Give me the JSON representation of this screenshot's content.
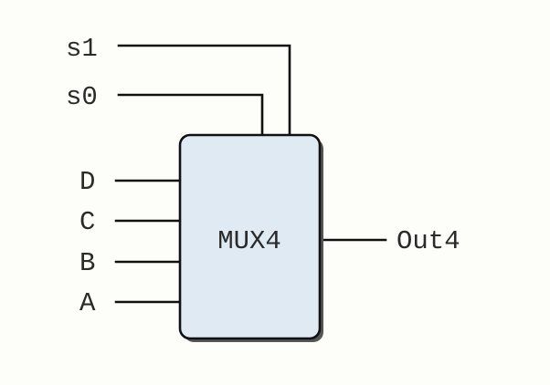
{
  "diagram": {
    "block": {
      "label": "MUX4",
      "fill_color": "#dfeaf3",
      "border_color": "#111111"
    },
    "select_inputs": [
      {
        "label": "s1"
      },
      {
        "label": "s0"
      }
    ],
    "data_inputs": [
      {
        "label": "D"
      },
      {
        "label": "C"
      },
      {
        "label": "B"
      },
      {
        "label": "A"
      }
    ],
    "output": {
      "label": "Out4"
    },
    "colors": {
      "background": "#fdfdf9",
      "wire": "#111111",
      "text": "#2a2a2a"
    }
  }
}
